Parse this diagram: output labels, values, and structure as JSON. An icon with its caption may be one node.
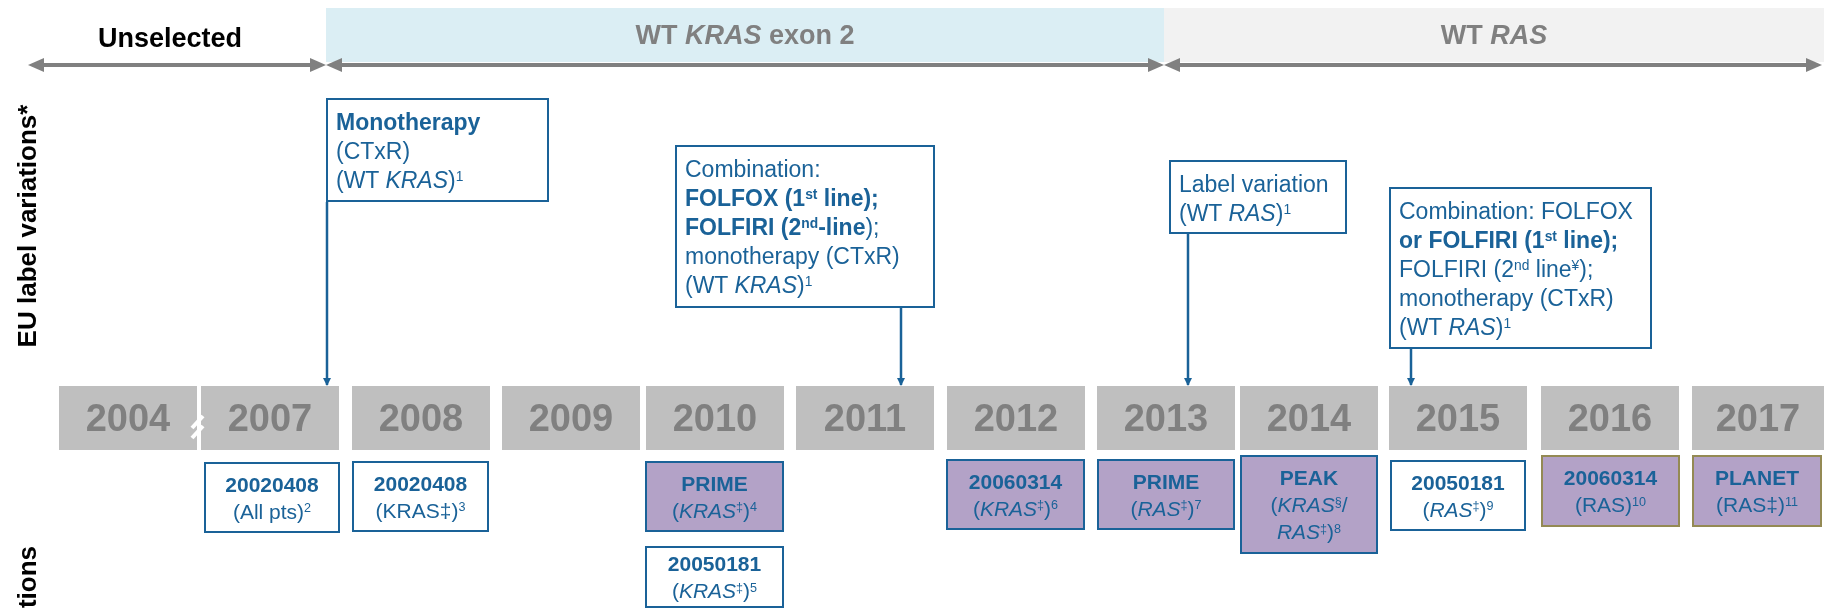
{
  "diagram": {
    "nodes": [
      {
        "text": [
          "WT *KRAS* exon 2"
        ]
      },
      {
        "text": [
          "WT *RAS*"
        ]
      },
      {
        "text": [
          "Monotherapy",
          "(CTxR)",
          "(WT *KRAS*)$^{1}$"
        ]
      },
      {
        "text": [
          "Combination:",
          "FOLFOX (1$^{st}$ line);",
          "**FOLFIRI (2$^{nd}$-line**);",
          "monotherapy (CTxR)",
          "(WT *KRAS*)$^{1}$"
        ]
      },
      {
        "text": [
          "Label variation",
          "(WT *RAS*)$^{1}$"
        ]
      },
      {
        "text": [
          "Combination: FOLFOX",
          "or FOLFIRI (1$^{st}$ line);",
          "FOLFIRI (2$^{nd}$ line$^{¥}$);",
          "monotherapy (CTxR)",
          "(WT *RAS*)$^{1}$"
        ]
      },
      {
        "text": [
          "2004"
        ]
      },
      {
        "text": [
          "2007"
        ]
      },
      {
        "text": [
          "2008"
        ]
      },
      {
        "text": [
          "2009"
        ]
      },
      {
        "text": [
          "2010"
        ]
      },
      {
        "text": [
          "2011"
        ]
      },
      {
        "text": [
          "2012"
        ]
      },
      {
        "text": [
          "2013"
        ]
      },
      {
        "text": [
          "2014"
        ]
      },
      {
        "text": [
          "2015"
        ]
      },
      {
        "text": [
          "2016"
        ]
      },
      {
        "text": [
          "2017"
        ]
      },
      {
        "text": [
          "20020408",
          "(All pts)$^{2}$"
        ]
      },
      {
        "text": [
          "20020408",
          "(KRAS‡)$^{3}$"
        ]
      },
      {
        "text": [
          "PRIME",
          "(*KRAS*$^{‡}$)$^{4}$"
        ]
      },
      {
        "text": [
          "20050181",
          "(*KRAS*$^{‡}$)$^{5}$"
        ]
      },
      {
        "text": [
          "20060314",
          "(*KRAS*$^{‡}$)$^{6}$"
        ]
      },
      {
        "text": [
          "PRIME",
          "(*RAS*$^{‡}$)$^{7}$"
        ]
      },
      {
        "text": [
          "PEAK",
          "(*KRAS*$^{§}$/ *RAS*$^{‡}$)$^{8}$"
        ]
      },
      {
        "text": [
          "20050181",
          "(*RAS*$^{‡}$)$^{9}$"
        ]
      },
      {
        "text": [
          "20060314",
          "(RAS)$^{10}$"
        ]
      },
      {
        "text": [
          "PLANET",
          "(RAS‡)$^{11}$"
        ]
      }
    ],
    "edges": [
      {
        "from": 2,
        "to": 7,
        "arrow": "to"
      },
      {
        "from": 3,
        "to": 11,
        "arrow": "to"
      },
      {
        "from": 4,
        "to": 13,
        "arrow": "to"
      },
      {
        "from": 5,
        "to": 15,
        "arrow": "to"
      }
    ],
    "labels": [
      "Unselected",
      "EU label variations*",
      "tions"
    ]
  }
}
